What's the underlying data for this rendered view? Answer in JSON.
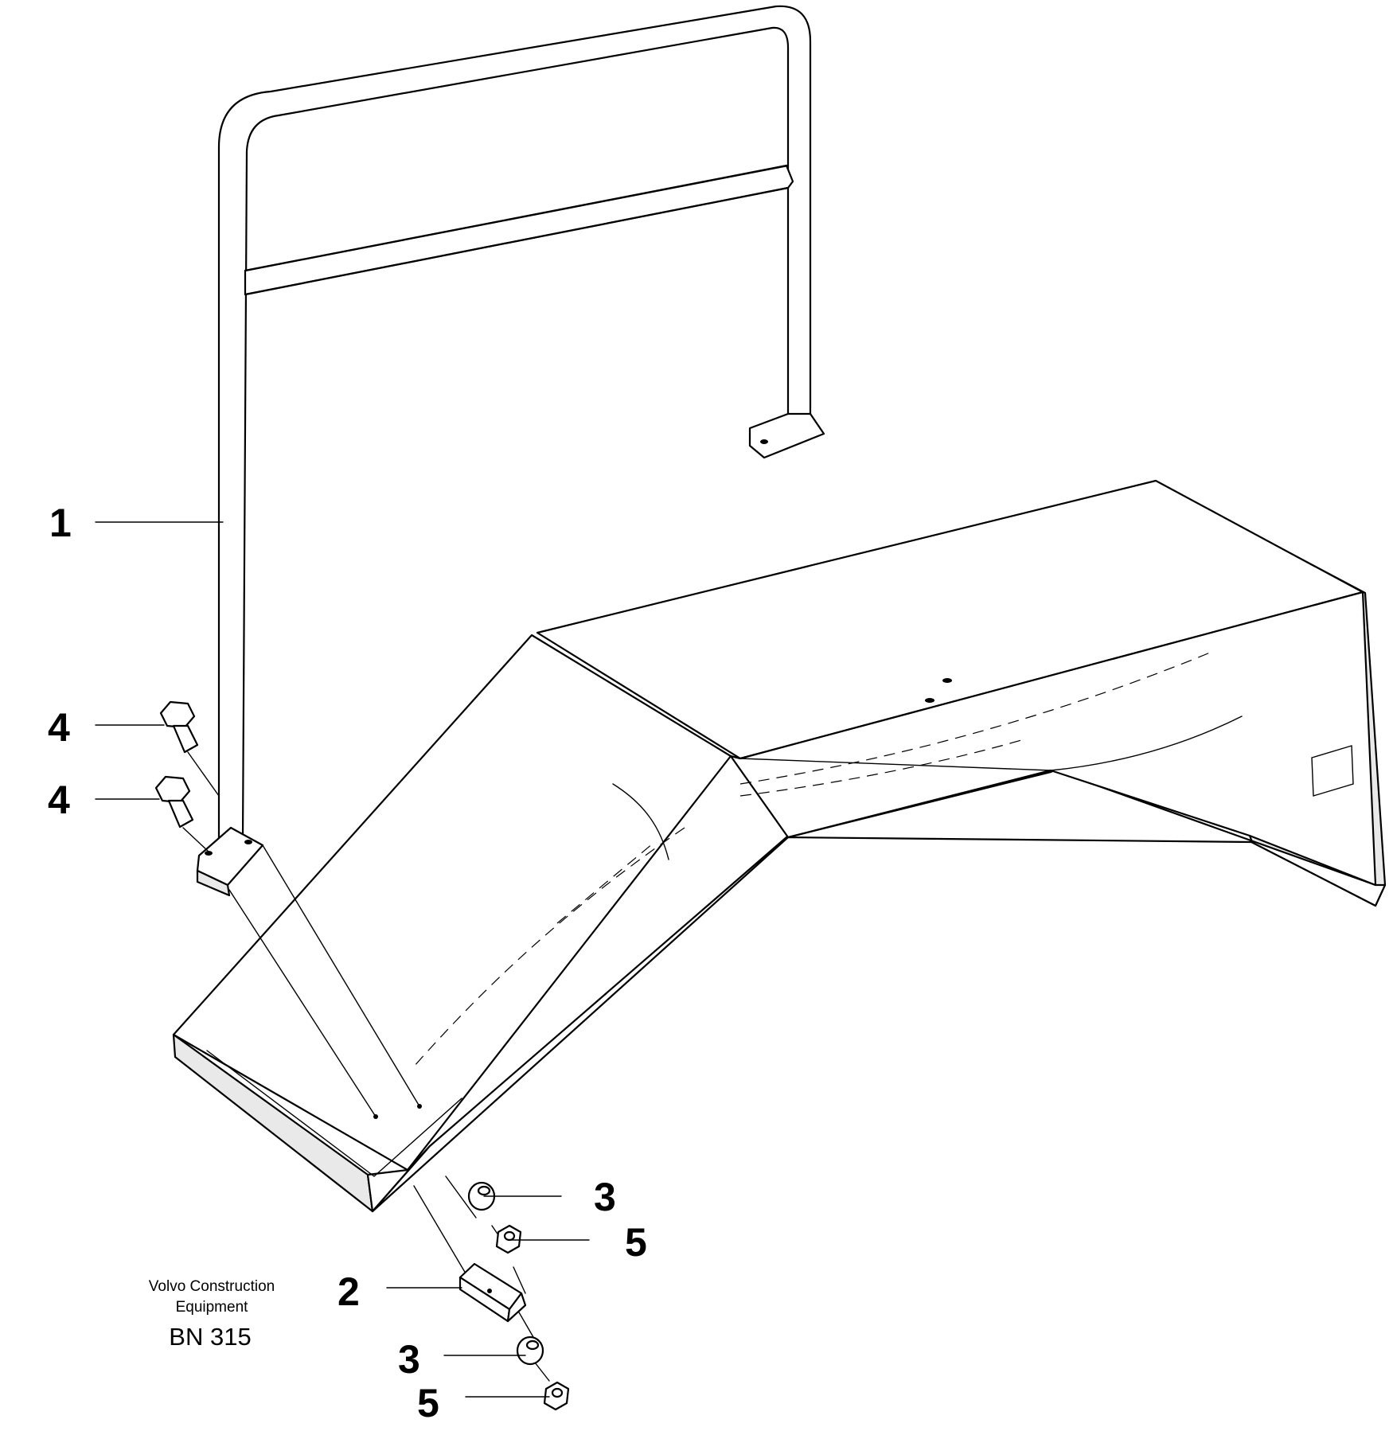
{
  "labels": {
    "item1": "1",
    "item2": "2",
    "item3a": "3",
    "item3b": "3",
    "item4a": "4",
    "item4b": "4",
    "item5a": "5",
    "item5b": "5"
  },
  "caption": {
    "line1": "Volvo Construction",
    "line2": "Equipment",
    "code": "BN 315"
  }
}
